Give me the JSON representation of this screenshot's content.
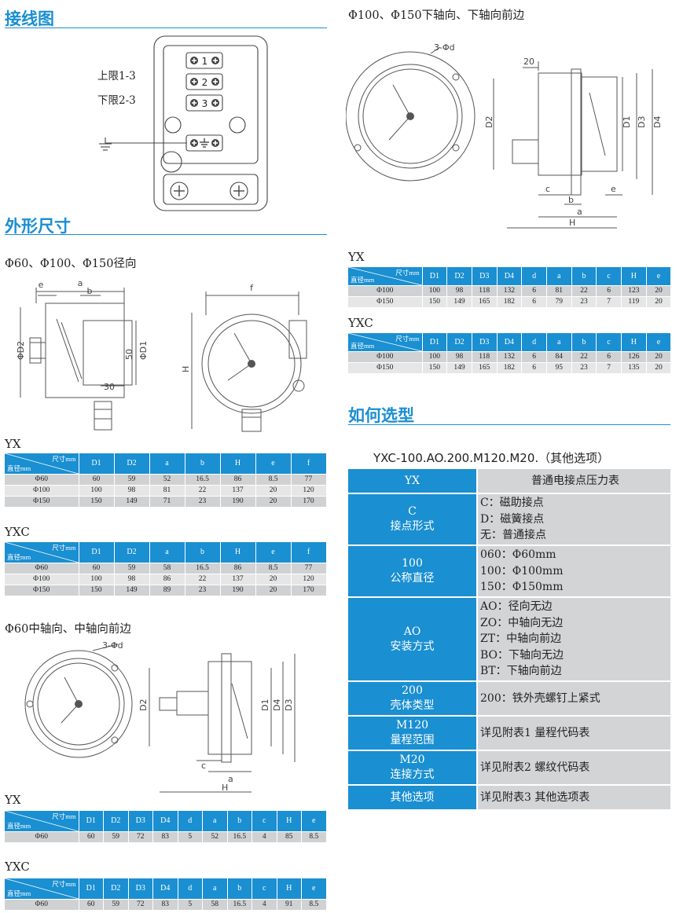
{
  "sections": {
    "wiring": "接线图",
    "dimensions": "外形尺寸",
    "selection": "如何选型"
  },
  "wiring": {
    "upper_limit": "上限1-3",
    "lower_limit": "下限2-3",
    "terminals": [
      "1",
      "2",
      "3"
    ]
  },
  "subheads": {
    "radial": "Φ60、Φ100、Φ150径向",
    "mid_axial": "Φ60中轴向、中轴向前边",
    "bottom_axial": "Φ100、Φ150下轴向、下轴向前边"
  },
  "dims": {
    "a": "a",
    "b": "b",
    "e": "e",
    "f": "f",
    "c": "c",
    "h": "H",
    "d1": "D1",
    "d2": "D2",
    "d3": "D3",
    "d4": "D4",
    "phi_d2": "ΦD2",
    "phi_d1": "ΦD1",
    "fifty": "50",
    "thirty": "30",
    "twenty": "20",
    "holes": "3-Φd"
  },
  "corner": {
    "top": "尺寸mm",
    "bottom": "直径mm"
  },
  "tables": {
    "radial_yx": {
      "label": "YX",
      "headers": [
        "D1",
        "D2",
        "a",
        "b",
        "H",
        "e",
        "f"
      ],
      "rows": [
        {
          "name": "Φ60",
          "cells": [
            "60",
            "59",
            "52",
            "16.5",
            "86",
            "8.5",
            "77"
          ]
        },
        {
          "name": "Φ100",
          "cells": [
            "100",
            "98",
            "81",
            "22",
            "137",
            "20",
            "120"
          ]
        },
        {
          "name": "Φ150",
          "cells": [
            "150",
            "149",
            "71",
            "23",
            "190",
            "20",
            "170"
          ]
        }
      ]
    },
    "radial_yxc": {
      "label": "YXC",
      "headers": [
        "D1",
        "D2",
        "a",
        "b",
        "H",
        "e",
        "f"
      ],
      "rows": [
        {
          "name": "Φ60",
          "cells": [
            "60",
            "59",
            "58",
            "16.5",
            "86",
            "8.5",
            "77"
          ]
        },
        {
          "name": "Φ100",
          "cells": [
            "100",
            "98",
            "86",
            "22",
            "137",
            "20",
            "120"
          ]
        },
        {
          "name": "Φ150",
          "cells": [
            "150",
            "149",
            "89",
            "23",
            "190",
            "20",
            "170"
          ]
        }
      ]
    },
    "mid_yx": {
      "label": "YX",
      "headers": [
        "D1",
        "D2",
        "D3",
        "D4",
        "d",
        "a",
        "b",
        "c",
        "H",
        "e"
      ],
      "rows": [
        {
          "name": "Φ60",
          "cells": [
            "60",
            "59",
            "72",
            "83",
            "5",
            "52",
            "16.5",
            "4",
            "85",
            "8.5"
          ]
        }
      ]
    },
    "mid_yxc": {
      "label": "YXC",
      "headers": [
        "D1",
        "D2",
        "D3",
        "D4",
        "d",
        "a",
        "b",
        "c",
        "H",
        "e"
      ],
      "rows": [
        {
          "name": "Φ60",
          "cells": [
            "60",
            "59",
            "72",
            "83",
            "5",
            "58",
            "16.5",
            "4",
            "91",
            "8.5"
          ]
        }
      ]
    },
    "bottom_yx": {
      "label": "YX",
      "headers": [
        "D1",
        "D2",
        "D3",
        "D4",
        "d",
        "a",
        "b",
        "c",
        "H",
        "e"
      ],
      "rows": [
        {
          "name": "Φ100",
          "cells": [
            "100",
            "98",
            "118",
            "132",
            "6",
            "81",
            "22",
            "6",
            "123",
            "20"
          ]
        },
        {
          "name": "Φ150",
          "cells": [
            "150",
            "149",
            "165",
            "182",
            "6",
            "79",
            "23",
            "7",
            "119",
            "20"
          ]
        }
      ]
    },
    "bottom_yxc": {
      "label": "YXC",
      "headers": [
        "D1",
        "D2",
        "D3",
        "D4",
        "d",
        "a",
        "b",
        "c",
        "H",
        "e"
      ],
      "rows": [
        {
          "name": "Φ100",
          "cells": [
            "100",
            "98",
            "118",
            "132",
            "6",
            "84",
            "22",
            "6",
            "126",
            "20"
          ]
        },
        {
          "name": "Φ150",
          "cells": [
            "150",
            "149",
            "165",
            "182",
            "6",
            "95",
            "23",
            "7",
            "135",
            "20"
          ]
        }
      ]
    }
  },
  "selection": {
    "model": "YXC-100.AO.200.M120.M20.（其他选项）",
    "rows": [
      {
        "key": [
          "YX"
        ],
        "values": [
          "普通电接点压力表"
        ],
        "center": true
      },
      {
        "key": [
          "C",
          "接点形式"
        ],
        "values": [
          "C：磁助接点",
          "D：磁簧接点",
          "无：普通接点"
        ]
      },
      {
        "key": [
          "100",
          "公称直径"
        ],
        "values": [
          "060：Φ60mm",
          "100：Φ100mm",
          "150：Φ150mm"
        ]
      },
      {
        "key": [
          "AO",
          "安装方式"
        ],
        "values": [
          "AO：径向无边",
          "ZO：中轴向无边",
          "ZT：中轴向前边",
          "BO：下轴向无边",
          "BT：下轴向前边"
        ]
      },
      {
        "key": [
          "200",
          "壳体类型"
        ],
        "values": [
          "200：铁外壳螺钉上紧式"
        ]
      },
      {
        "key": [
          "M120",
          "量程范围"
        ],
        "values": [
          "详见附表1 量程代码表"
        ]
      },
      {
        "key": [
          "M20",
          "连接方式"
        ],
        "values": [
          "详见附表2 螺纹代码表"
        ]
      },
      {
        "key": [
          "其他选项"
        ],
        "values": [
          "详见附表3 其他选项表"
        ]
      }
    ]
  },
  "colors": {
    "accent": "#1a8fd1",
    "row_light": "#e6e6e6",
    "row_dark": "#cfd1d3",
    "sel_value": "#d3d4d6"
  }
}
